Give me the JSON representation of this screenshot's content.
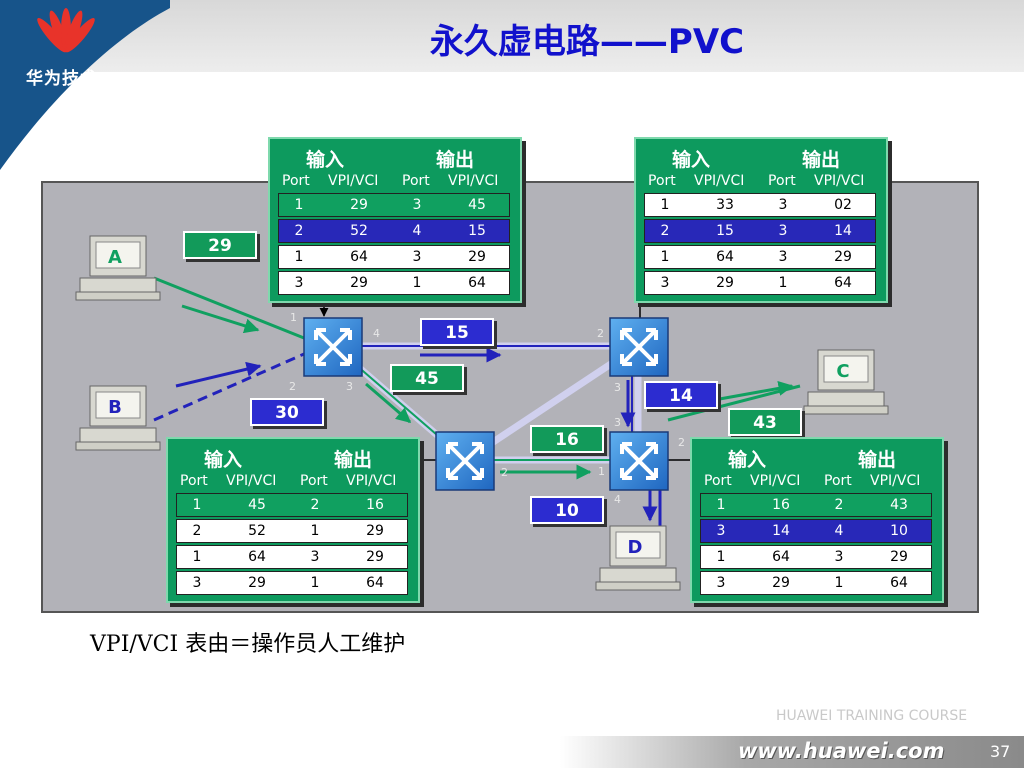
{
  "title": "永久虚电路——PVC",
  "logo_text": "华为技术",
  "caption": "VPI/VCI 表由＝操作员人工维护",
  "footer": {
    "course": "HUAWEI TRAINING COURSE",
    "url": "www.huawei.com",
    "page": "37"
  },
  "panel_header": {
    "in": "输入",
    "out": "输出",
    "cols": [
      "Port",
      "VPI/VCI",
      "Port",
      "VPI/VCI"
    ]
  },
  "panels": {
    "top_left": {
      "rows": [
        [
          "1",
          "29",
          "3",
          "45"
        ],
        [
          "2",
          "52",
          "4",
          "15"
        ],
        [
          "1",
          "64",
          "3",
          "29"
        ],
        [
          "3",
          "29",
          "1",
          "64"
        ]
      ]
    },
    "top_right": {
      "rows": [
        [
          "1",
          "33",
          "3",
          "02"
        ],
        [
          "2",
          "15",
          "3",
          "14"
        ],
        [
          "1",
          "64",
          "3",
          "29"
        ],
        [
          "3",
          "29",
          "1",
          "64"
        ]
      ]
    },
    "bottom_left": {
      "rows": [
        [
          "1",
          "45",
          "2",
          "16"
        ],
        [
          "2",
          "52",
          "1",
          "29"
        ],
        [
          "1",
          "64",
          "3",
          "29"
        ],
        [
          "3",
          "29",
          "1",
          "64"
        ]
      ]
    },
    "bottom_right": {
      "rows": [
        [
          "1",
          "16",
          "2",
          "43"
        ],
        [
          "3",
          "14",
          "4",
          "10"
        ],
        [
          "1",
          "64",
          "3",
          "29"
        ],
        [
          "3",
          "29",
          "1",
          "64"
        ]
      ]
    }
  },
  "tags": {
    "t29": "29",
    "t15": "15",
    "t45": "45",
    "t30": "30",
    "t14": "14",
    "t43": "43",
    "t16": "16",
    "t10": "10"
  },
  "hosts": {
    "a": "A",
    "b": "B",
    "c": "C",
    "d": "D"
  },
  "ports": {
    "s1_p1": "1",
    "s1_p4": "4",
    "s1_p2": "2",
    "s1_p3": "3",
    "s2_p2": "2",
    "s2_p3": "3",
    "s4_p3": "3",
    "s4_p2": "2",
    "s4_p1": "1",
    "s4_p4": "4",
    "s3_p2": "2"
  },
  "colors": {
    "panel": "#0d9a5e",
    "highlight_row": "#2828b8",
    "tag_blue": "#2c2cd0",
    "tag_green": "#129a5a",
    "title": "#1111cc"
  }
}
